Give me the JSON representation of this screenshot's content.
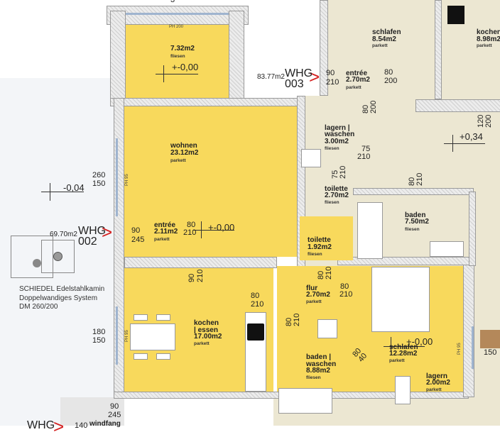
{
  "top_fragment": "3",
  "units": [
    {
      "code": "WHG",
      "number": "002",
      "area": "69.70m2"
    },
    {
      "code": "WHG",
      "number": "003",
      "area": "83.77m2"
    },
    {
      "code": "WHG",
      "number": "",
      "area": ""
    }
  ],
  "rooms": {
    "terrace": {
      "name": "",
      "area": "7.32m2",
      "floor": "fliesen"
    },
    "wohnen": {
      "name": "wohnen",
      "area": "23.12m2",
      "floor": "parkett"
    },
    "entree2": {
      "name": "entrée",
      "area": "2.11m2",
      "floor": "parkett"
    },
    "kochen2": {
      "name1": "kochen",
      "name2": "| essen",
      "area": "17.00m2",
      "floor": "parkett"
    },
    "windfang": {
      "name": "windfang"
    },
    "entree3": {
      "name": "entrée",
      "area": "2.70m2",
      "floor": "parkett"
    },
    "schlafen3": {
      "name": "schlafen",
      "area": "8.54m2",
      "floor": "parkett"
    },
    "kochen3": {
      "name": "kochen",
      "area": "8.98m2",
      "floor": "parkett"
    },
    "lagern3": {
      "name1": "lagern |",
      "name2": "waschen",
      "area": "3.00m2",
      "floor": "fliesen"
    },
    "toilette3": {
      "name": "toilette",
      "area": "2.70m2",
      "floor": "fliesen"
    },
    "baden3": {
      "name": "baden",
      "area": "7.50m2",
      "floor": "fliesen"
    },
    "toilette": {
      "name": "toilette",
      "area": "1.92m2",
      "floor": "fliesen"
    },
    "flur": {
      "name": "flur",
      "area": "2.70m2",
      "floor": "parkett"
    },
    "baden": {
      "name1": "baden |",
      "name2": "waschen",
      "area": "8.88m2",
      "floor": "fliesen"
    },
    "schlafen": {
      "name": "schlafen",
      "area": "12.28m2",
      "floor": "parkett"
    },
    "lagern": {
      "name": "lagern",
      "area": "2.00m2",
      "floor": "parkett"
    }
  },
  "levels": {
    "terrace": "+-0,00",
    "outside": "-0,04",
    "entree2": "+-0,00",
    "whg003": "+0,34",
    "schlafen": "+-0,00"
  },
  "parapets": {
    "terrace": "PH 200",
    "wohnen": "PH 95",
    "kochen": "PH 95",
    "schlafen": "PH 95"
  },
  "dims": {
    "w_wohnen": [
      "260",
      "150"
    ],
    "w_kochen": [
      "180",
      "150"
    ],
    "d_entry2": [
      "90",
      "245"
    ],
    "d_entree2": [
      "80",
      "210"
    ],
    "d_kochen": [
      "90",
      "210"
    ],
    "d_windfang": [
      "90",
      "245"
    ],
    "d_windfang_w": "140",
    "d_entry3": [
      "90",
      "210"
    ],
    "d_schlafen3": [
      "80",
      "200"
    ],
    "d_entree3v": [
      "80",
      "200"
    ],
    "d_kochen3": [
      "120",
      "200"
    ],
    "d_lagern": [
      "75",
      "210"
    ],
    "d_toilette3": [
      "75",
      "210"
    ],
    "d_baden3": [
      "80",
      "210"
    ],
    "d_toilette": [
      "80",
      "210"
    ],
    "d_flur_l": [
      "80",
      "210"
    ],
    "d_flur_r": [
      "80",
      "210"
    ],
    "d_baden": [
      "80",
      "210"
    ],
    "d_diag": [
      "80",
      "40"
    ],
    "w_schlafen": "150"
  },
  "chimney_note": [
    "SCHIEDEL Edelstahlkamin",
    "Doppelwandiges System",
    "DM 260/200"
  ]
}
